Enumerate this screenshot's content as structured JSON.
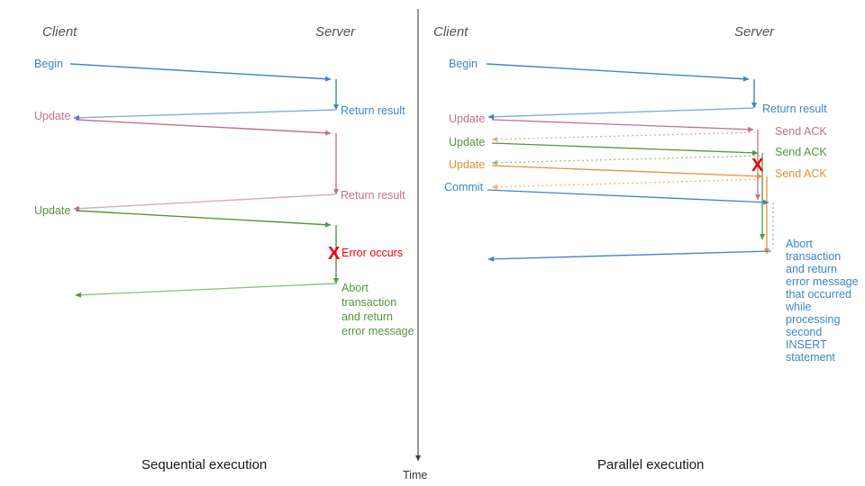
{
  "colors": {
    "blue": "#3d85c6",
    "blue_light": "#7fb0dd",
    "pink": "#c2718f",
    "pink_light": "#dba9bf",
    "green": "#56953c",
    "green_light": "#92c47d",
    "orange": "#e69138",
    "orange_light": "#f6b26b",
    "red": "#e8000b",
    "gray": "#555555",
    "axis": "#404040"
  },
  "time_axis": {
    "label": "Time"
  },
  "panels": [
    {
      "id": "sequential",
      "caption": "Sequential execution",
      "actors": {
        "client": "Client",
        "server": "Server"
      },
      "client_labels": [
        {
          "text": "Begin",
          "color": "blue"
        },
        {
          "text": "Update",
          "color": "pink"
        },
        {
          "text": "Update",
          "color": "green"
        }
      ],
      "server_labels": [
        {
          "text": "Return result",
          "color": "blue"
        },
        {
          "text": "Return result",
          "color": "pink"
        }
      ],
      "error": {
        "mark": "X",
        "text": "Error occurs",
        "color": "red"
      },
      "abort_note": {
        "color": "green",
        "lines": [
          "Abort",
          "transaction",
          "and return",
          "error message"
        ]
      }
    },
    {
      "id": "parallel",
      "caption": "Parallel execution",
      "actors": {
        "client": "Client",
        "server": "Server"
      },
      "client_labels": [
        {
          "text": "Begin",
          "color": "blue"
        },
        {
          "text": "Update",
          "color": "pink"
        },
        {
          "text": "Update",
          "color": "green"
        },
        {
          "text": "Update",
          "color": "orange"
        },
        {
          "text": "Commit",
          "color": "blue"
        }
      ],
      "server_labels": [
        {
          "text": "Return result",
          "color": "blue"
        },
        {
          "text": "Send ACK",
          "color": "pink"
        },
        {
          "text": "Send ACK",
          "color": "green"
        },
        {
          "text": "Send ACK",
          "color": "orange"
        }
      ],
      "error": {
        "mark": "X",
        "text": "",
        "color": "red"
      },
      "abort_note": {
        "color": "blue",
        "lines": [
          "Abort",
          "transaction",
          "and return",
          "error message",
          "that occurred",
          "while",
          "processing",
          "second",
          "INSERT",
          "statement"
        ]
      }
    }
  ]
}
